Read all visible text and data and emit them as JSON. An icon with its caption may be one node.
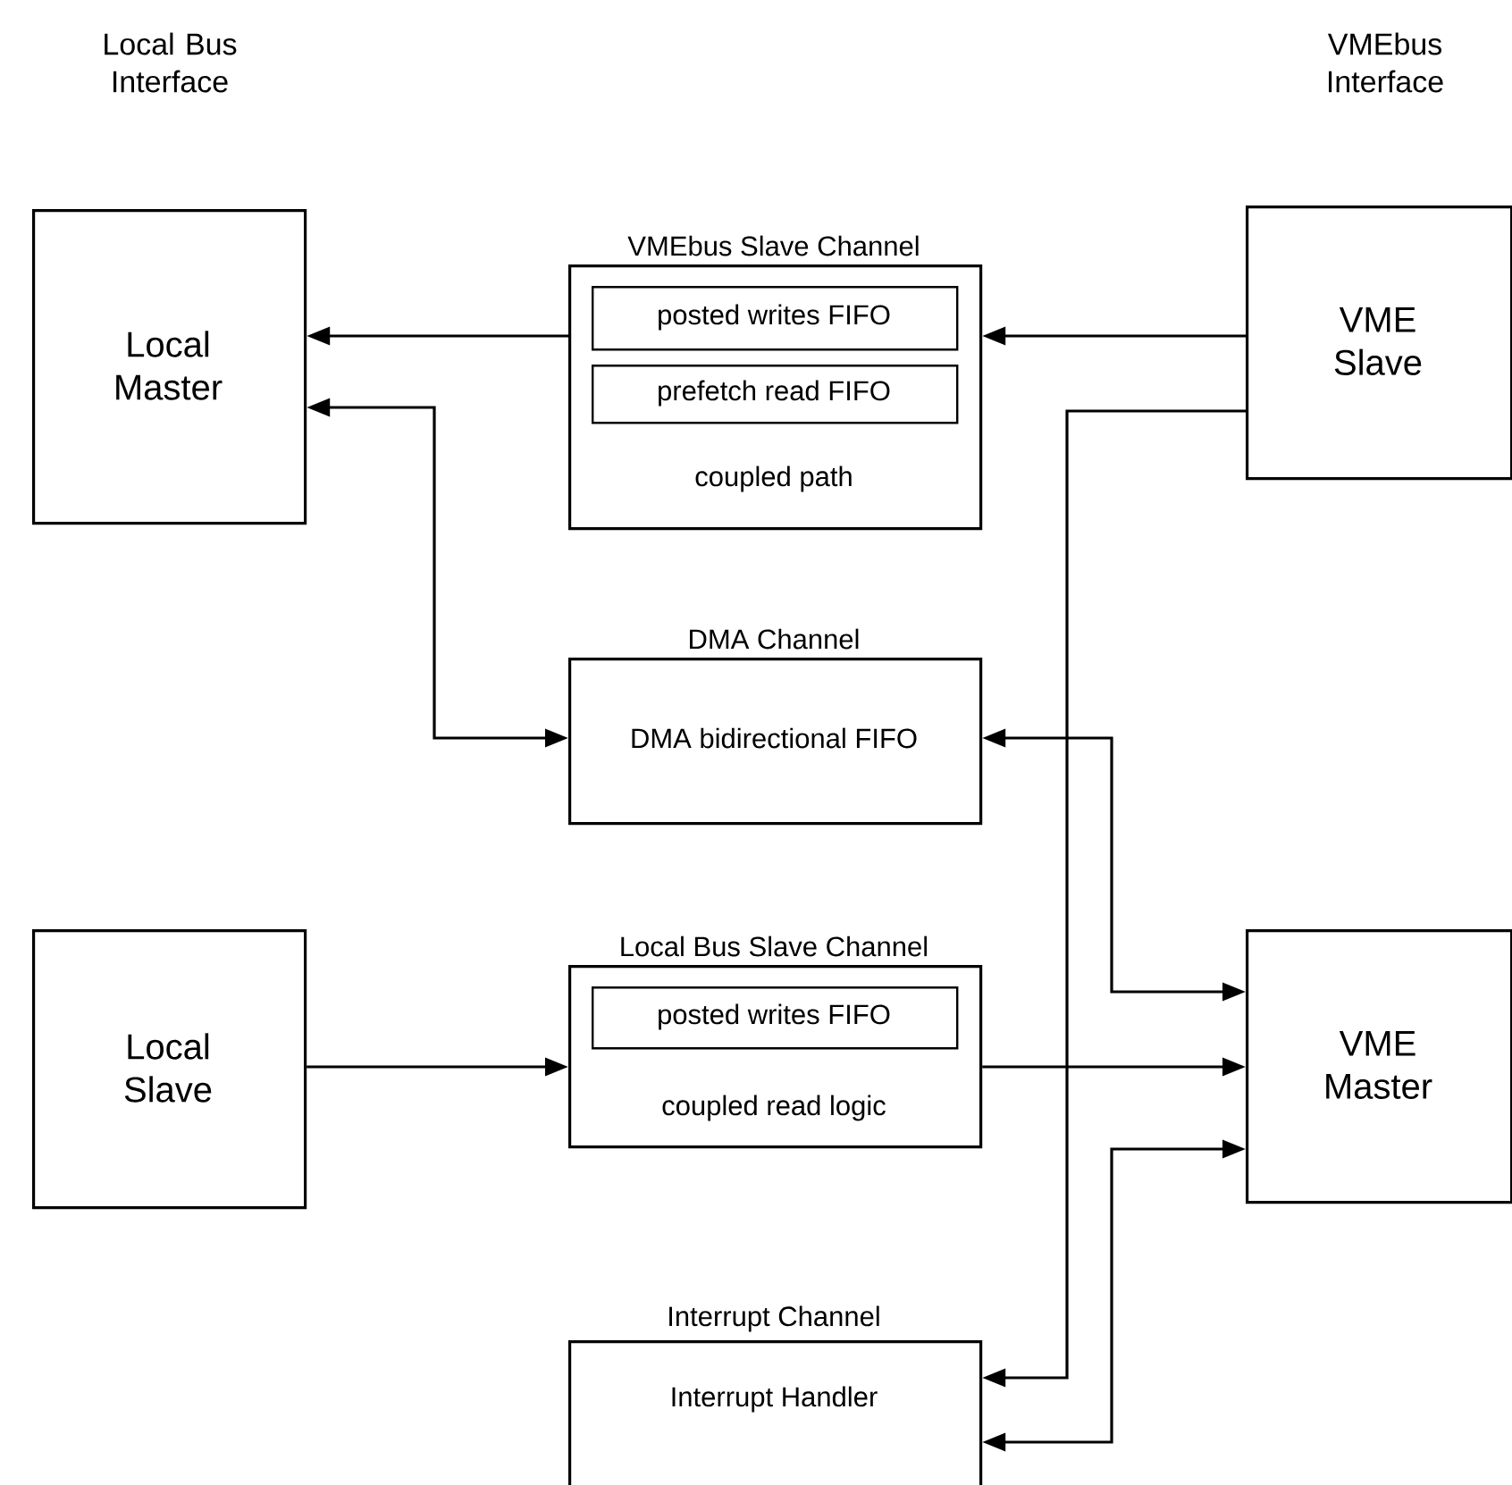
{
  "diagram": {
    "nodes": [
      {
        "text": [
          "Local Master"
        ]
      },
      {
        "text": [
          "VMEbus Slave Channel",
          "coupled path"
        ]
      },
      {
        "text": [
          "posted writes FIFO"
        ],
        "in": 1
      },
      {
        "text": [
          "prefetch read FIFO"
        ],
        "in": 1
      },
      {
        "text": [
          "VME Slave"
        ]
      },
      {
        "text": [
          "DMA Channel",
          "DMA bidirectional FIFO"
        ]
      },
      {
        "text": [
          "Local Slave"
        ]
      },
      {
        "text": [
          "Local Bus Slave Channel",
          "coupled read logic"
        ]
      },
      {
        "text": [
          "posted writes FIFO"
        ],
        "in": 7
      },
      {
        "text": [
          "VME Master"
        ]
      },
      {
        "text": [
          "Interrupt Channel",
          "Interrupt Handler"
        ]
      }
    ],
    "edges": [
      {
        "from": 4,
        "to": 1,
        "arrow": "to"
      },
      {
        "from": 1,
        "to": 0,
        "arrow": "to"
      },
      {
        "from": 0,
        "to": 5,
        "arrow": "both"
      },
      {
        "from": 5,
        "to": 9,
        "arrow": "both"
      },
      {
        "from": 4,
        "to": 10,
        "arrow": "to"
      },
      {
        "from": 6,
        "to": 7,
        "arrow": "to"
      },
      {
        "from": 7,
        "to": 9,
        "arrow": "to"
      },
      {
        "from": 10,
        "to": 9,
        "arrow": "both"
      }
    ],
    "labels": [
      "Local Bus Interface",
      "VMEbus Interface"
    ]
  }
}
